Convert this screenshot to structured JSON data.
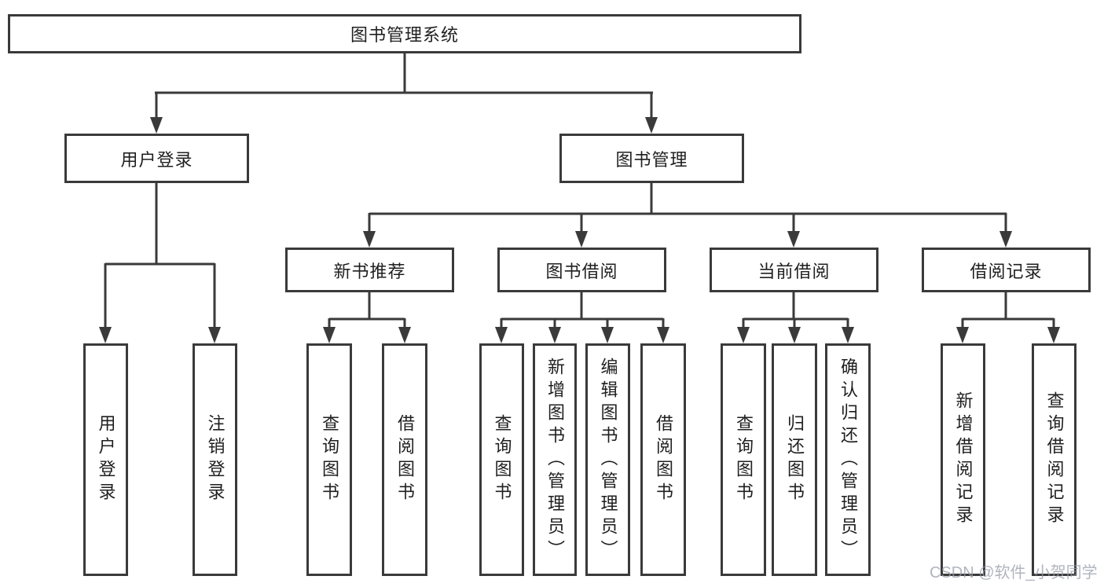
{
  "tree": {
    "label": "图书管理系统",
    "children": [
      {
        "label": "用户登录",
        "children": [
          {
            "label": "用户登录"
          },
          {
            "label": "注销登录"
          }
        ]
      },
      {
        "label": "图书管理",
        "children": [
          {
            "label": "新书推荐",
            "children": [
              {
                "label": "查询图书"
              },
              {
                "label": "借阅图书"
              }
            ]
          },
          {
            "label": "图书借阅",
            "children": [
              {
                "label": "查询图书"
              },
              {
                "label": "新增图书（管理员）"
              },
              {
                "label": "编辑图书（管理员）"
              },
              {
                "label": "借阅图书"
              }
            ]
          },
          {
            "label": "当前借阅",
            "children": [
              {
                "label": "查询图书"
              },
              {
                "label": "归还图书"
              },
              {
                "label": "确认归还（管理员）"
              }
            ]
          },
          {
            "label": "借阅记录",
            "children": [
              {
                "label": "新增借阅记录"
              },
              {
                "label": "查询借阅记录"
              }
            ]
          }
        ]
      }
    ]
  },
  "watermark": "CSDN @软件_小贺同学",
  "colors": {
    "line": "#3a3a3a",
    "text": "#1f1f1f",
    "watermark": "#9aa0ac"
  }
}
